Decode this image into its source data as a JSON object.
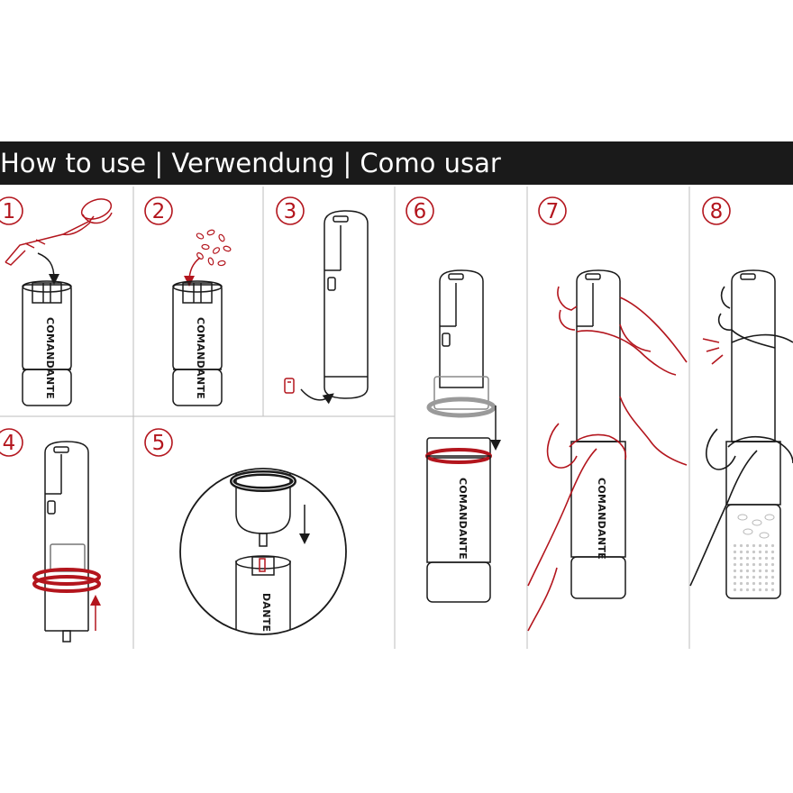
{
  "header": {
    "title": "How to use | Verwendung | Como usar"
  },
  "steps": [
    {
      "number": "1"
    },
    {
      "number": "2"
    },
    {
      "number": "3"
    },
    {
      "number": "4"
    },
    {
      "number": "5"
    },
    {
      "number": "6"
    },
    {
      "number": "7"
    },
    {
      "number": "8"
    }
  ],
  "brand": {
    "logo_text": "COMANDANTE",
    "logo_text_zoomed": "DANTE"
  },
  "colors": {
    "accent": "#b3151d",
    "header_bg": "#1a1a1a",
    "line": "#1a1a1a",
    "grey_ring": "#9a9a9a"
  }
}
